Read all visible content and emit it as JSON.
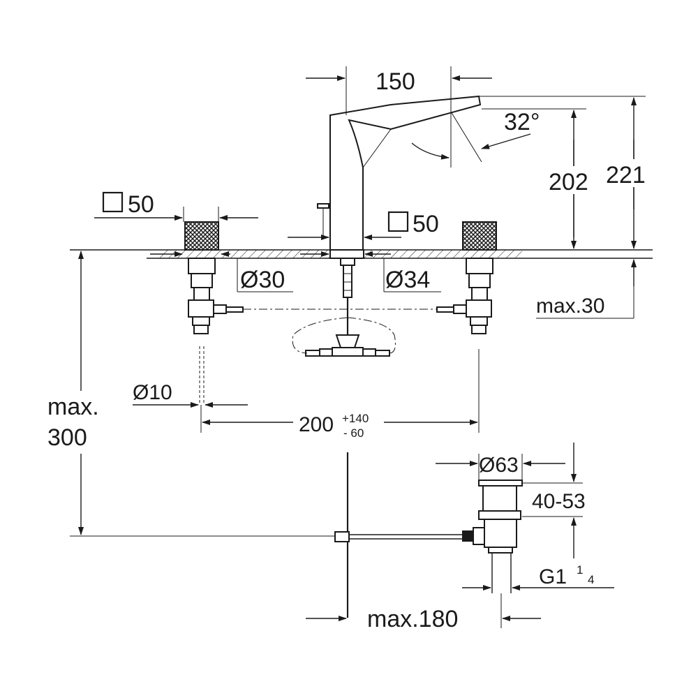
{
  "dimensions": {
    "spout_reach": "150",
    "spout_angle": "32°",
    "spout_height": "202",
    "total_height": "221",
    "handle_square_left": "50",
    "handle_square_center": "50",
    "hole_left": "Ø30",
    "hole_center": "Ø34",
    "deck_thickness": "max.30",
    "hose_diameter": "Ø10",
    "spacing_value": "200",
    "spacing_plus": "+140",
    "spacing_minus": "-  60",
    "depth_line1": "max.",
    "depth_line2": "300",
    "drain_diameter": "Ø63",
    "drain_range": "40-53",
    "thread_main": "G1",
    "thread_num": "1",
    "thread_den": "4",
    "rod_distance": "max.180"
  }
}
